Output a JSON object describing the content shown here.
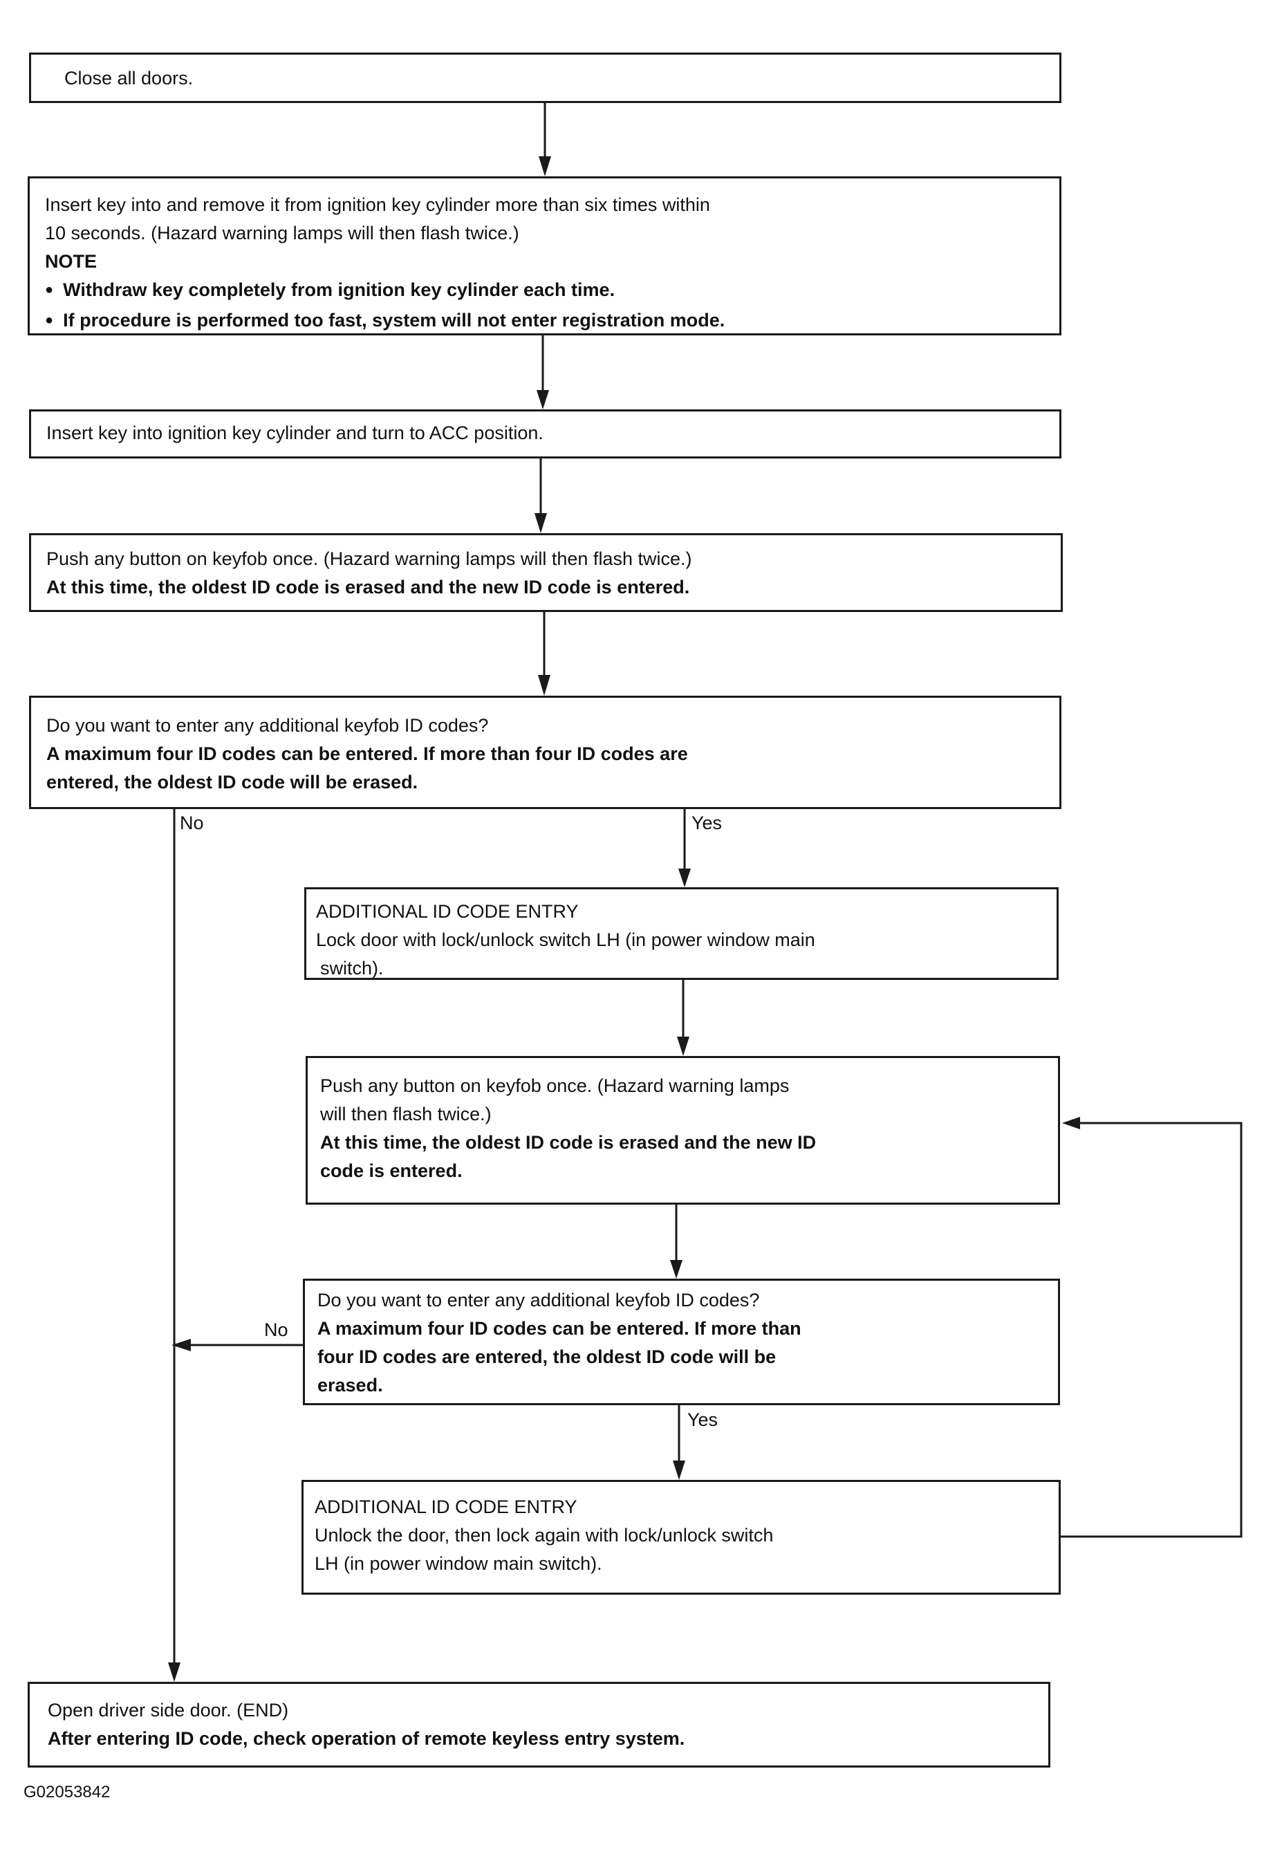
{
  "steps": {
    "close_doors": {
      "line1": "Close all doors."
    },
    "insert_remove": {
      "line1": "Insert key into and remove it from ignition key cylinder more than six times within",
      "line2": "10 seconds. (Hazard warning lamps will then flash twice.)",
      "note_title": "NOTE",
      "bullet1": "Withdraw key completely from ignition key cylinder each time.",
      "bullet2": "If procedure is performed too fast, system will not enter registration mode."
    },
    "acc": {
      "line1": "Insert key into ignition key cylinder and turn to ACC position."
    },
    "push1": {
      "line1": "Push any button on keyfob once. (Hazard warning lamps will then flash twice.)",
      "line2": "At this time, the oldest ID code is erased and the new ID code is entered."
    },
    "question1": {
      "line1": "Do you want to enter any additional keyfob ID codes?",
      "line2": "A maximum four ID codes can be entered. If more than four ID codes are",
      "line3": "entered, the oldest ID code will be erased."
    },
    "additional1": {
      "line1": "ADDITIONAL ID CODE ENTRY",
      "line2": "Lock door with lock/unlock switch LH (in power window main",
      "line3": "switch)."
    },
    "push2": {
      "line1": "Push any button on keyfob once. (Hazard warning lamps",
      "line2": "will then flash twice.)",
      "line3": "At this time, the oldest ID code is erased and the new ID",
      "line4": "code is entered."
    },
    "question2": {
      "line1": "Do you want to enter any additional keyfob ID codes?",
      "line2": "A maximum four ID codes can be entered. If more than",
      "line3": "four ID codes are entered, the oldest ID code will be",
      "line4": "erased."
    },
    "additional2": {
      "line1": "ADDITIONAL ID CODE ENTRY",
      "line2": "Unlock the door, then lock again with lock/unlock switch",
      "line3": "LH (in power window main switch)."
    },
    "end": {
      "line1": "Open driver side door. (END)",
      "line2": "After entering ID code, check operation of remote keyless entry system."
    }
  },
  "labels": {
    "no1": "No",
    "yes1": "Yes",
    "no2": "No",
    "yes2": "Yes"
  },
  "figure_code": "G02053842"
}
